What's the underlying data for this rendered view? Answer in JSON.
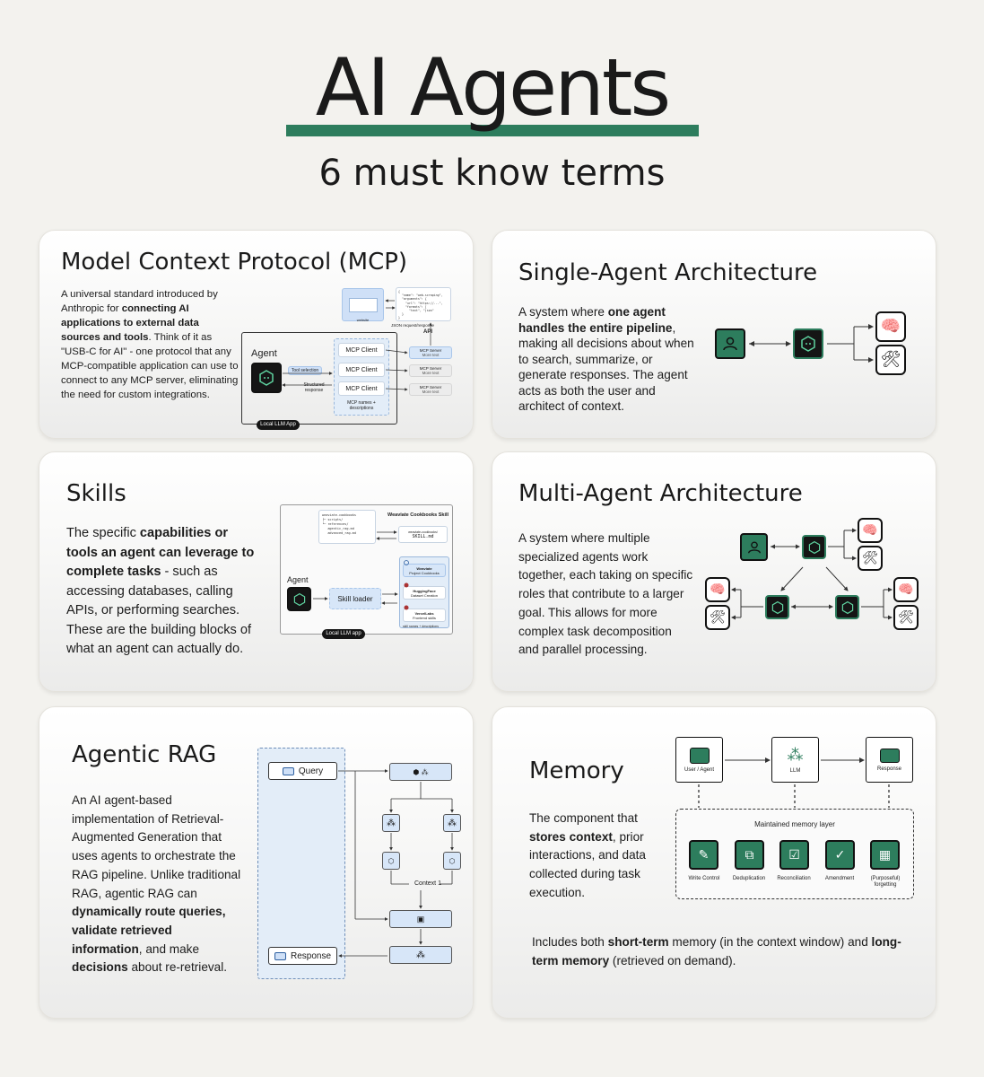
{
  "header": {
    "title": "AI Agents",
    "subtitle": "6 must know terms"
  },
  "colors": {
    "accent": "#2d7d5d",
    "background": "#f3f2ee",
    "dark": "#151515",
    "blue": "#d7e6f8"
  },
  "mcp": {
    "title": "Model Context Protocol (MCP)",
    "desc_parts": [
      "A universal standard introduced by Anthropic for ",
      "connecting AI applications to external data sources and tools",
      ". Think of it as \"USB-C for AI\" - one protocol that any MCP-compatible application can use to connect to any MCP server, eliminating the need for custom integrations."
    ],
    "diagram": {
      "agent_label": "Agent",
      "tool_selection": "Tool selection",
      "structured_response": "Structured response",
      "mcp_client": "MCP Client",
      "mcp_names": "MCP names + descriptions",
      "mcp_server": "MCP Server",
      "more_text": "More text",
      "api": "API",
      "json_label": "JSON request/response",
      "website": "website",
      "local_llm_app": "Local LLM App",
      "json_code": "{\n  \"name\": \"web-scraping\",\n  \"arguments\": {\n    \"url\": \"https://...\",\n    \"formats\": [\n      \"text\", \"json\"\n  }\n}"
    }
  },
  "single": {
    "title": "Single-Agent Architecture",
    "desc_parts": [
      "A system where ",
      "one agent handles the entire pipeline",
      ", making all decisions about when to search, summarize, or generate responses. The agent acts as both the user and architect of context."
    ]
  },
  "skills": {
    "title": "Skills",
    "desc_parts": [
      "The specific ",
      "capabilities or tools an agent can leverage to complete tasks",
      " - such as accessing databases, calling APIs, or performing searches. These are the building blocks of what an agent can actually do."
    ],
    "diagram": {
      "agent_label": "Agent",
      "skill_loader": "Skill loader",
      "cookbook_title": "Weaviate Cookbooks Skill",
      "skill_file": "SKILL.md",
      "skill_folder": "weaviate-cookbooks/",
      "file_tree": "weaviate-cookbooks\n├─ scripts/\n└─ references/\n   agentic_rag.md\n   advanced_rag.md",
      "items": [
        {
          "name": "Weaviate",
          "sub": "Project Cookbooks"
        },
        {
          "name": "HuggingFace",
          "sub": "Dataset Creation"
        },
        {
          "name": "VercelLabs",
          "sub": "Frontend skills"
        }
      ],
      "skill_names": "skill names + descriptions",
      "local_llm_app": "Local LLM app"
    }
  },
  "multi": {
    "title": "Multi-Agent Architecture",
    "desc": "A system where multiple specialized agents work together, each taking on specific roles that contribute to a larger goal. This allows for more complex task decomposition and parallel processing."
  },
  "rag": {
    "title": "Agentic RAG",
    "desc_parts": [
      "An AI agent-based implementation of Retrieval-Augmented Generation that uses agents to orchestrate the RAG pipeline. Unlike traditional RAG, agentic RAG can ",
      "dynamically route queries, validate retrieved information",
      ", and make ",
      "decisions",
      " about re-retrieval."
    ],
    "diagram": {
      "query": "Query",
      "response": "Response",
      "context": "Context 1"
    }
  },
  "memory": {
    "title": "Memory",
    "desc_parts": [
      "The component that ",
      "stores context",
      ", prior interactions, and data collected during task execution."
    ],
    "flow": [
      "User / Agent",
      "LLM",
      "Response"
    ],
    "layer_title": "Maintained memory layer",
    "ops": [
      "Write Control",
      "Deduplication",
      "Reconciliation",
      "Amendment",
      "(Purposeful) forgetting"
    ],
    "footer_parts": [
      "Includes both ",
      "short-term",
      " memory (in the context window) and ",
      "long-term memory",
      " (retrieved on demand)."
    ]
  }
}
